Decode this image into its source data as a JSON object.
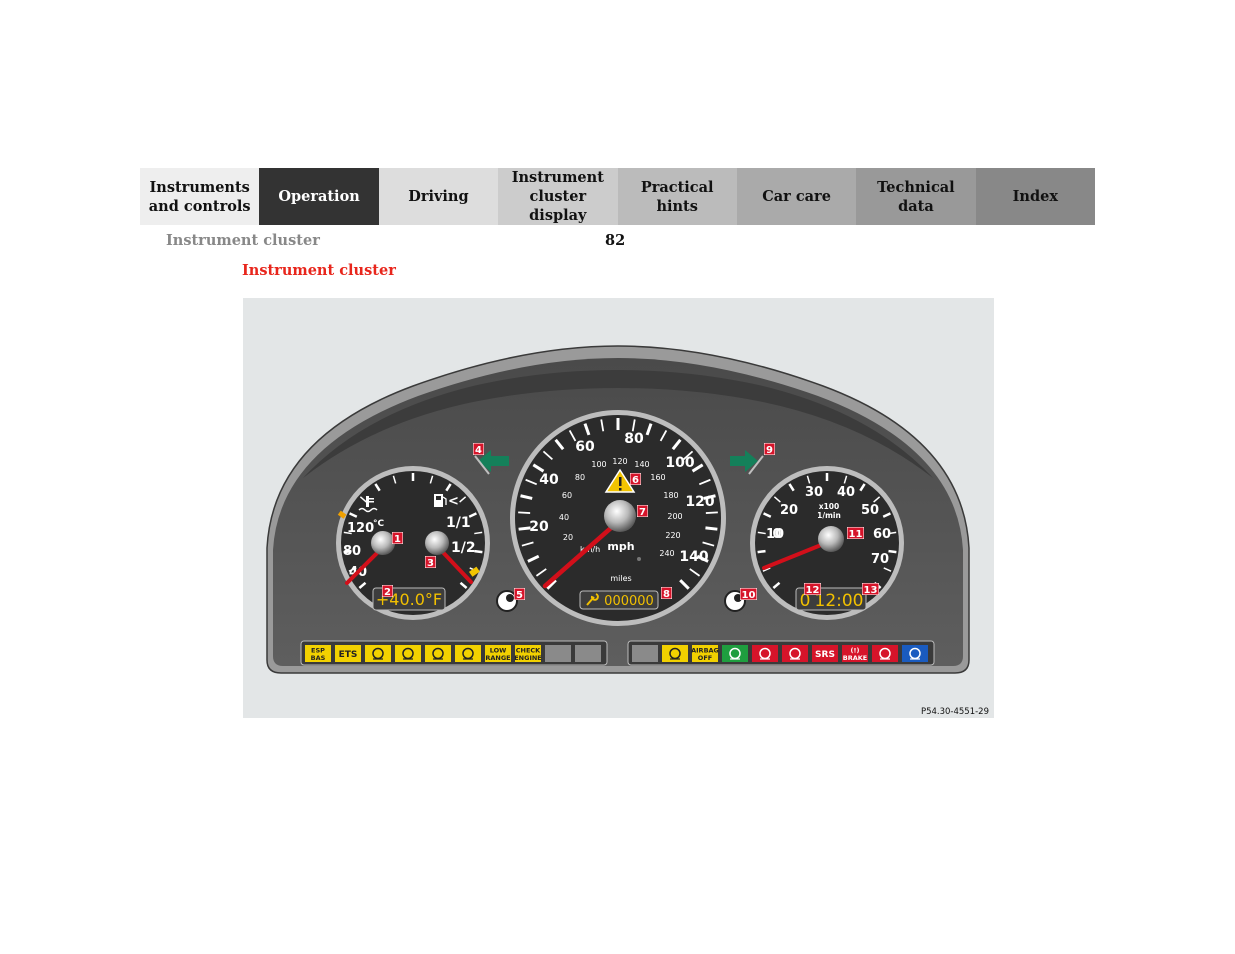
{
  "nav_tabs": [
    {
      "label": "Instruments\nand controls"
    },
    {
      "label": "Operation"
    },
    {
      "label": "Driving"
    },
    {
      "label": "Instrument\ncluster display"
    },
    {
      "label": "Practical hints"
    },
    {
      "label": "Car care"
    },
    {
      "label": "Technical\ndata"
    },
    {
      "label": "Index"
    }
  ],
  "header": {
    "breadcrumb": "Instrument cluster",
    "page_number": "82"
  },
  "section": {
    "title": "Instrument cluster"
  },
  "figure": {
    "code": "P54.30-4551-29",
    "callouts": [
      "1",
      "2",
      "3",
      "4",
      "5",
      "6",
      "7",
      "8",
      "9",
      "10",
      "11",
      "12",
      "13"
    ],
    "coolant_gauge": {
      "labels": [
        "40",
        "80",
        "120",
        "°C"
      ],
      "icon": "coolant-temperature-icon"
    },
    "fuel_gauge": {
      "labels": [
        "1/1",
        "1/2"
      ],
      "icon": "fuel-pump-icon",
      "arrow": "<"
    },
    "outside_temp_display": "+40.0°F",
    "speedometer": {
      "mph_labels": [
        "20",
        "40",
        "60",
        "80",
        "100",
        "120",
        "140"
      ],
      "kmh_labels": [
        "20",
        "40",
        "60",
        "80",
        "100",
        "120",
        "140",
        "160",
        "180",
        "200",
        "220",
        "240"
      ],
      "unit": "mph",
      "kmh_unit": "km/h",
      "odometer_unit": "miles",
      "odometer_display": "000000",
      "warning_icon": "warning-triangle-icon"
    },
    "tachometer": {
      "labels": [
        "0",
        "10",
        "20",
        "30",
        "40",
        "50",
        "60",
        "70"
      ],
      "unit_line1": "x100",
      "unit_line2": "1/min"
    },
    "clock_display": "12:00",
    "gear_display": "0",
    "left_indicators": [
      {
        "label_line1": "ESP",
        "label_line2": "BAS",
        "color": "#f2d100"
      },
      {
        "label_line1": "ETS",
        "label_line2": "",
        "color": "#f2d100"
      },
      {
        "icon": "brake-wear-icon",
        "color": "#f2d100"
      },
      {
        "icon": "abs-icon",
        "color": "#f2d100"
      },
      {
        "icon": "oil-can-icon",
        "color": "#f2d100"
      },
      {
        "icon": "coolant-level-icon",
        "color": "#f2d100"
      },
      {
        "label_line1": "LOW",
        "label_line2": "RANGE",
        "color": "#f2d100"
      },
      {
        "label_line1": "CHECK",
        "label_line2": "ENGINE",
        "color": "#f2d100"
      },
      {
        "blank": true,
        "color": "#8a8a8a"
      },
      {
        "blank": true,
        "color": "#8a8a8a"
      }
    ],
    "right_indicators": [
      {
        "blank": true,
        "color": "#8a8a8a"
      },
      {
        "icon": "washer-fluid-icon",
        "color": "#f2d100"
      },
      {
        "label_line1": "AIRBAG",
        "label_line2": "OFF",
        "color": "#f2d100"
      },
      {
        "icon": "fog-lamp-icon",
        "color": "#1f9e3f"
      },
      {
        "icon": "seat-belt-icon",
        "color": "#d6142a"
      },
      {
        "icon": "passenger-seatbelt-icon",
        "color": "#d6142a"
      },
      {
        "label_line1": "SRS",
        "label_line2": "",
        "color": "#d6142a"
      },
      {
        "label_line1": "(!)",
        "label_line2": "BRAKE",
        "color": "#d6142a"
      },
      {
        "icon": "battery-icon",
        "color": "#d6142a"
      },
      {
        "icon": "high-beam-icon",
        "color": "#1a5bbf"
      }
    ],
    "colors": {
      "needle": "#d20f1a",
      "lcd_text": "#f2c000",
      "callout": "#d6142a",
      "turn_signal": "#14805a"
    }
  }
}
